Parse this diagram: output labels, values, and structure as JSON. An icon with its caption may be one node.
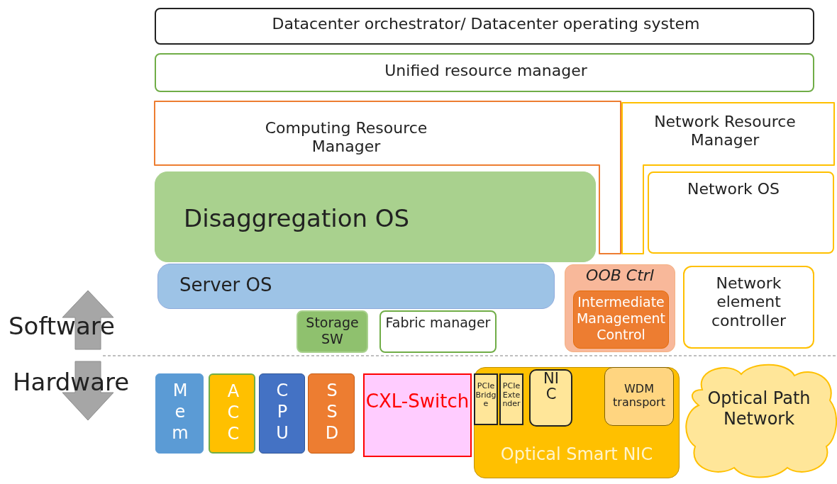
{
  "diagram": {
    "nodes": [
      {
        "text": [
          "Datacenter orchestrator/ Datacenter operating system"
        ]
      },
      {
        "text": [
          "Unified resource manager"
        ]
      },
      {
        "text": [
          "Computing Resource Manager"
        ]
      },
      {
        "text": [
          "Network Resource Manager"
        ]
      },
      {
        "text": [
          "Network OS"
        ],
        "in": 3
      },
      {
        "text": [
          "Disaggregation OS"
        ]
      },
      {
        "text": [
          "Server OS"
        ]
      },
      {
        "text": [
          "Storage SW"
        ]
      },
      {
        "text": [
          "Fabric manager"
        ]
      },
      {
        "text": [
          "OOB Ctrl"
        ]
      },
      {
        "text": [
          "Intermediate Management Control"
        ],
        "in": 9
      },
      {
        "text": [
          "Network element controller"
        ]
      },
      {
        "text": [
          "Mem"
        ]
      },
      {
        "text": [
          "ACC"
        ]
      },
      {
        "text": [
          "CPU"
        ]
      },
      {
        "text": [
          "SSD"
        ]
      },
      {
        "text": [
          "CXL-Switch"
        ]
      },
      {
        "text": [
          "Optical Smart NIC"
        ]
      },
      {
        "text": [
          "PCIe Bridge"
        ],
        "in": 17
      },
      {
        "text": [
          "PCIe Extender"
        ],
        "in": 17
      },
      {
        "text": [
          "NIC"
        ],
        "in": 17
      },
      {
        "text": [
          "WDM transport"
        ],
        "in": 17
      },
      {
        "text": [
          "Optical Path Network"
        ]
      }
    ],
    "edges": [],
    "labels": [
      "Software",
      "Hardware"
    ]
  }
}
